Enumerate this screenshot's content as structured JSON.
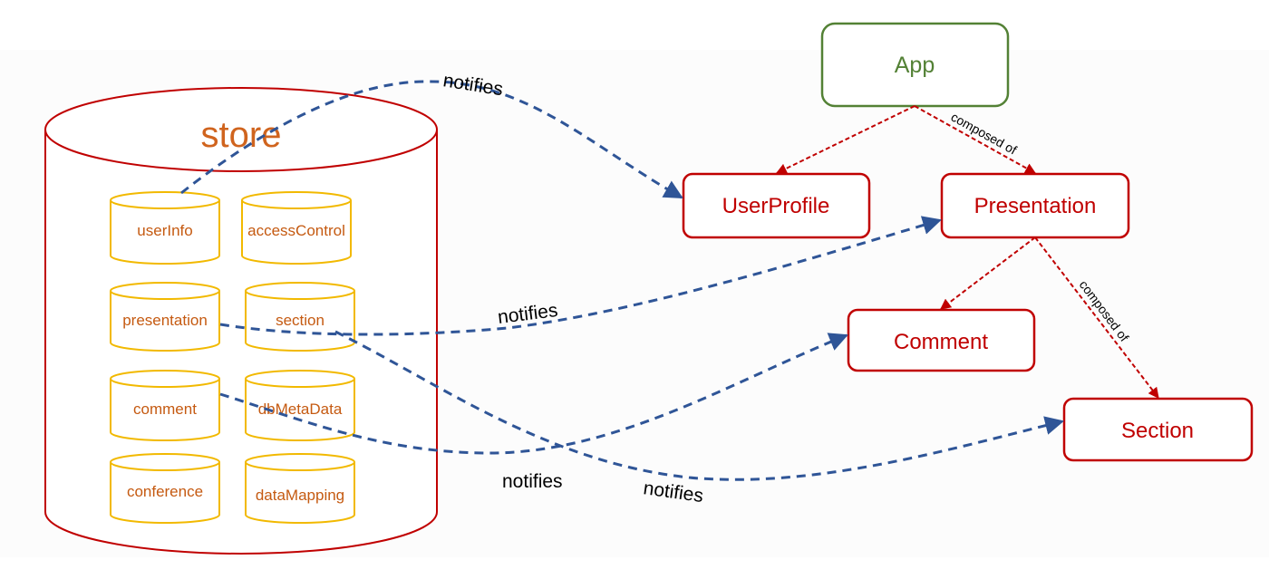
{
  "store": {
    "title": "store",
    "slices": [
      {
        "id": "userInfo",
        "label": "userInfo"
      },
      {
        "id": "accessControl",
        "label": "accessControl"
      },
      {
        "id": "presentation",
        "label": "presentation"
      },
      {
        "id": "section",
        "label": "section"
      },
      {
        "id": "comment",
        "label": "comment"
      },
      {
        "id": "dbMetaData",
        "label": "dbMetaData"
      },
      {
        "id": "conference",
        "label": "conference"
      },
      {
        "id": "dataMapping",
        "label": "dataMapping"
      }
    ]
  },
  "components": {
    "app": "App",
    "user_profile": "UserProfile",
    "presentation": "Presentation",
    "comment": "Comment",
    "section": "Section"
  },
  "labels": {
    "notifies_user_profile": "notifies",
    "notifies_presentation": "notifies",
    "notifies_comment": "notifies",
    "notifies_section": "notifies",
    "composed_of_app": "composed of",
    "composed_of_presentation": "composed of"
  },
  "colors": {
    "store": "#c00000",
    "store_title": "#d0641e",
    "slice_border": "#f2b900",
    "slice_text": "#c55a11",
    "app": "#538135",
    "component": "#c00000",
    "notify_arrow": "#2f5597",
    "compose_arrow": "#c00000"
  }
}
